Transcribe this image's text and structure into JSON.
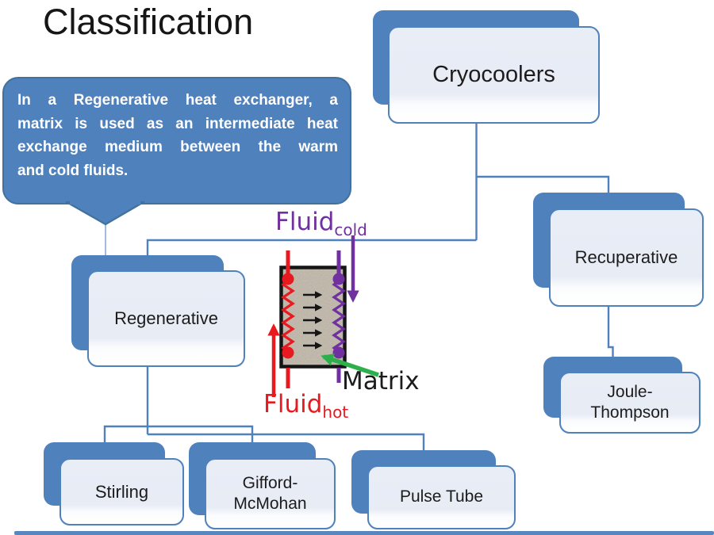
{
  "slide": {
    "title": "Classification",
    "callout": {
      "lines": [
        "In a Regenerative heat exchanger, a",
        "matrix is used as an intermediate heat",
        "exchange medium between the warm",
        "and cold fluids."
      ]
    },
    "nodes": {
      "cryocoolers": "Cryocoolers",
      "regenerative": "Regenerative",
      "recuperative": "Recuperative",
      "joule_thompson": "Joule-Thompson",
      "stirling": "Stirling",
      "gifford_mcmohan": "Gifford-McMohan",
      "pulse_tube": "Pulse Tube"
    },
    "figure": {
      "fluid_cold": {
        "base": "Fluid",
        "sub": "cold"
      },
      "fluid_hot": {
        "base": "Fluid",
        "sub": "hot"
      },
      "matrix_label": "Matrix"
    },
    "colors": {
      "accent": "#4f81bd",
      "accent_dark": "#41719c",
      "pointer_line": "#9ab3d5",
      "node_fill_light": "#e9edf6",
      "purple": "#7030a0",
      "red": "#e8191f",
      "green": "#2db04c",
      "ink": "#1c1c1c"
    }
  }
}
